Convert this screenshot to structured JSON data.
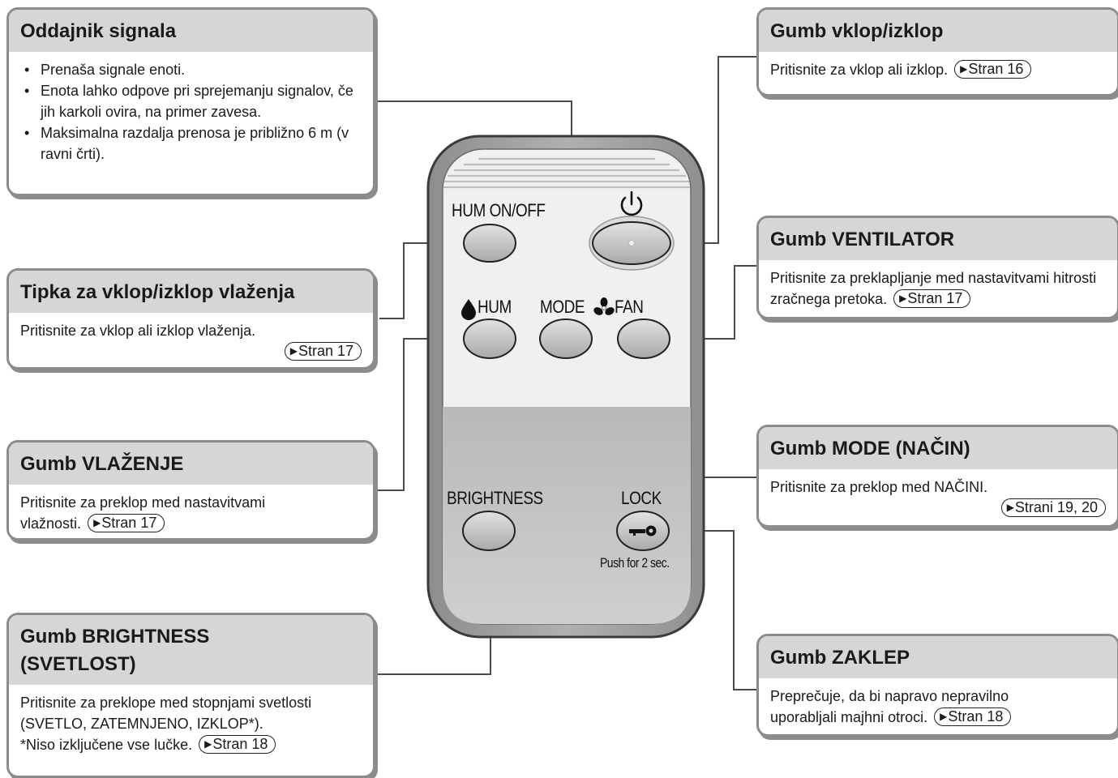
{
  "remote": {
    "hum_onoff_label": "HUM ON/OFF",
    "hum_label": "HUM",
    "mode_label": "MODE",
    "fan_label": "FAN",
    "brightness_label": "BRIGHTNESS",
    "lock_label": "LOCK",
    "push_note": "Push for 2 sec.",
    "body_color": "#a8a8a8",
    "button_color": "#bdbdbd"
  },
  "boxes": {
    "transmitter": {
      "title": "Oddajnik signala",
      "bullets": [
        "Prenaša signale enoti.",
        "Enota lahko odpove pri sprejemanju signalov, če jih karkoli ovira, na primer zavesa.",
        "Maksimalna razdalja prenosa je približno 6 m (v ravni črti)."
      ]
    },
    "humonoff": {
      "title": "Tipka za vklop/izklop vlaženja",
      "text": "Pritisnite za vklop ali izklop vlaženja.",
      "ref": "Stran 17"
    },
    "hum": {
      "title": "Gumb VLAŽENJE",
      "text": "Pritisnite za preklop med nastavitvami vlažnosti.",
      "ref": "Stran 17"
    },
    "brightness": {
      "title": "Gumb BRIGHTNESS (SVETLOST)",
      "text": "Pritisnite za preklope med stopnjami svetlosti (SVETLO, ZATEMNJENO, IZKLOP*).",
      "note": "*Niso izključene vse lučke.",
      "ref": "Stran 18"
    },
    "power": {
      "title": "Gumb vklop/izklop",
      "text": "Pritisnite za vklop ali izklop.",
      "ref": "Stran 16"
    },
    "fan": {
      "title": "Gumb VENTILATOR",
      "text": "Pritisnite za preklapljanje med nastavitvami hitrosti zračnega pretoka.",
      "ref": "Stran 17"
    },
    "mode": {
      "title": "Gumb MODE (NAČIN)",
      "text": "Pritisnite za preklop med NAČINI.",
      "ref": "Strani 19, 20"
    },
    "lock": {
      "title": "Gumb ZAKLEP",
      "text": "Preprečuje, da bi napravo nepravilno uporabljali majhni otroci.",
      "ref": "Stran 18"
    }
  }
}
